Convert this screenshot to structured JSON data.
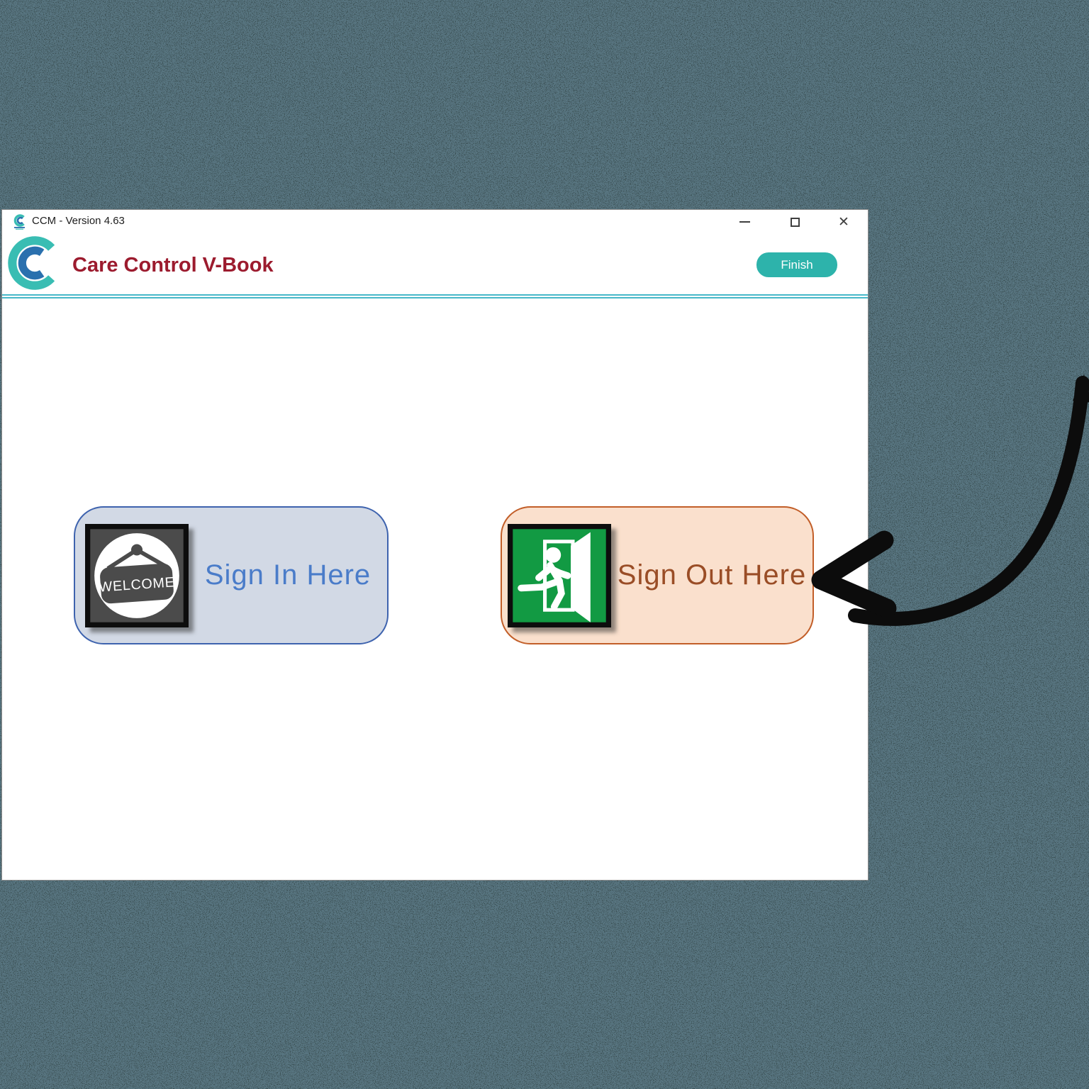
{
  "titlebar": {
    "title": "CCM - Version 4.63"
  },
  "header": {
    "title": "Care Control V-Book",
    "finish_label": "Finish"
  },
  "actions": {
    "sign_in": {
      "label": "Sign In Here",
      "icon_caption": "WELCOME"
    },
    "sign_out": {
      "label": "Sign Out Here"
    }
  },
  "icons": {
    "titlebar_logo": "care-control-c-logo",
    "header_logo": "care-control-c-logo",
    "minimize": "minimize-bar",
    "maximize": "maximize-square",
    "close": "close-x",
    "close_glyph": "✕",
    "sign_in": "welcome-hanging-sign",
    "sign_out": "emergency-exit-running-man",
    "annotation": "hand-drawn-curved-arrow-left"
  },
  "colors": {
    "accent_teal": "#2db3ab",
    "rule_teal": "#47b9c9",
    "logo_teal": "#39bdb3",
    "logo_blue": "#2a70ae",
    "title_red": "#9c1b2e",
    "sign_in_bg": "#d2d9e5",
    "sign_in_border": "#3e63ae",
    "sign_in_text": "#4a7cc9",
    "sign_out_bg": "#fae0cd",
    "sign_out_border": "#c25e28",
    "sign_out_text": "#9a4d26",
    "exit_green": "#129a43",
    "welcome_gray": "#4b4b4b",
    "desktop_base": "#57747f",
    "arrow_black": "#0c0c0c"
  }
}
